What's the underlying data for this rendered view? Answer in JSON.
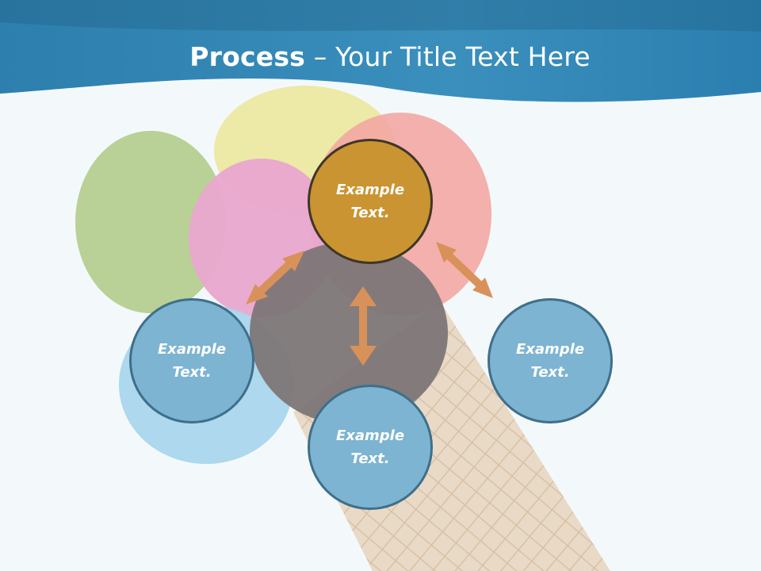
{
  "slide": {
    "title_bold": "Process",
    "title_rest": " – Your Title Text Here"
  },
  "diagram": {
    "nodes": [
      {
        "id": "top",
        "line1": "Example",
        "line2": "Text."
      },
      {
        "id": "left",
        "line1": "Example",
        "line2": "Text."
      },
      {
        "id": "bottom",
        "line1": "Example",
        "line2": "Text."
      },
      {
        "id": "right",
        "line1": "Example",
        "line2": "Text."
      }
    ]
  },
  "colors": {
    "header": "#3a8fbd",
    "main_node": "#ca9432",
    "sub_node": "#7cb4d2",
    "arrow": "#d9915a"
  }
}
